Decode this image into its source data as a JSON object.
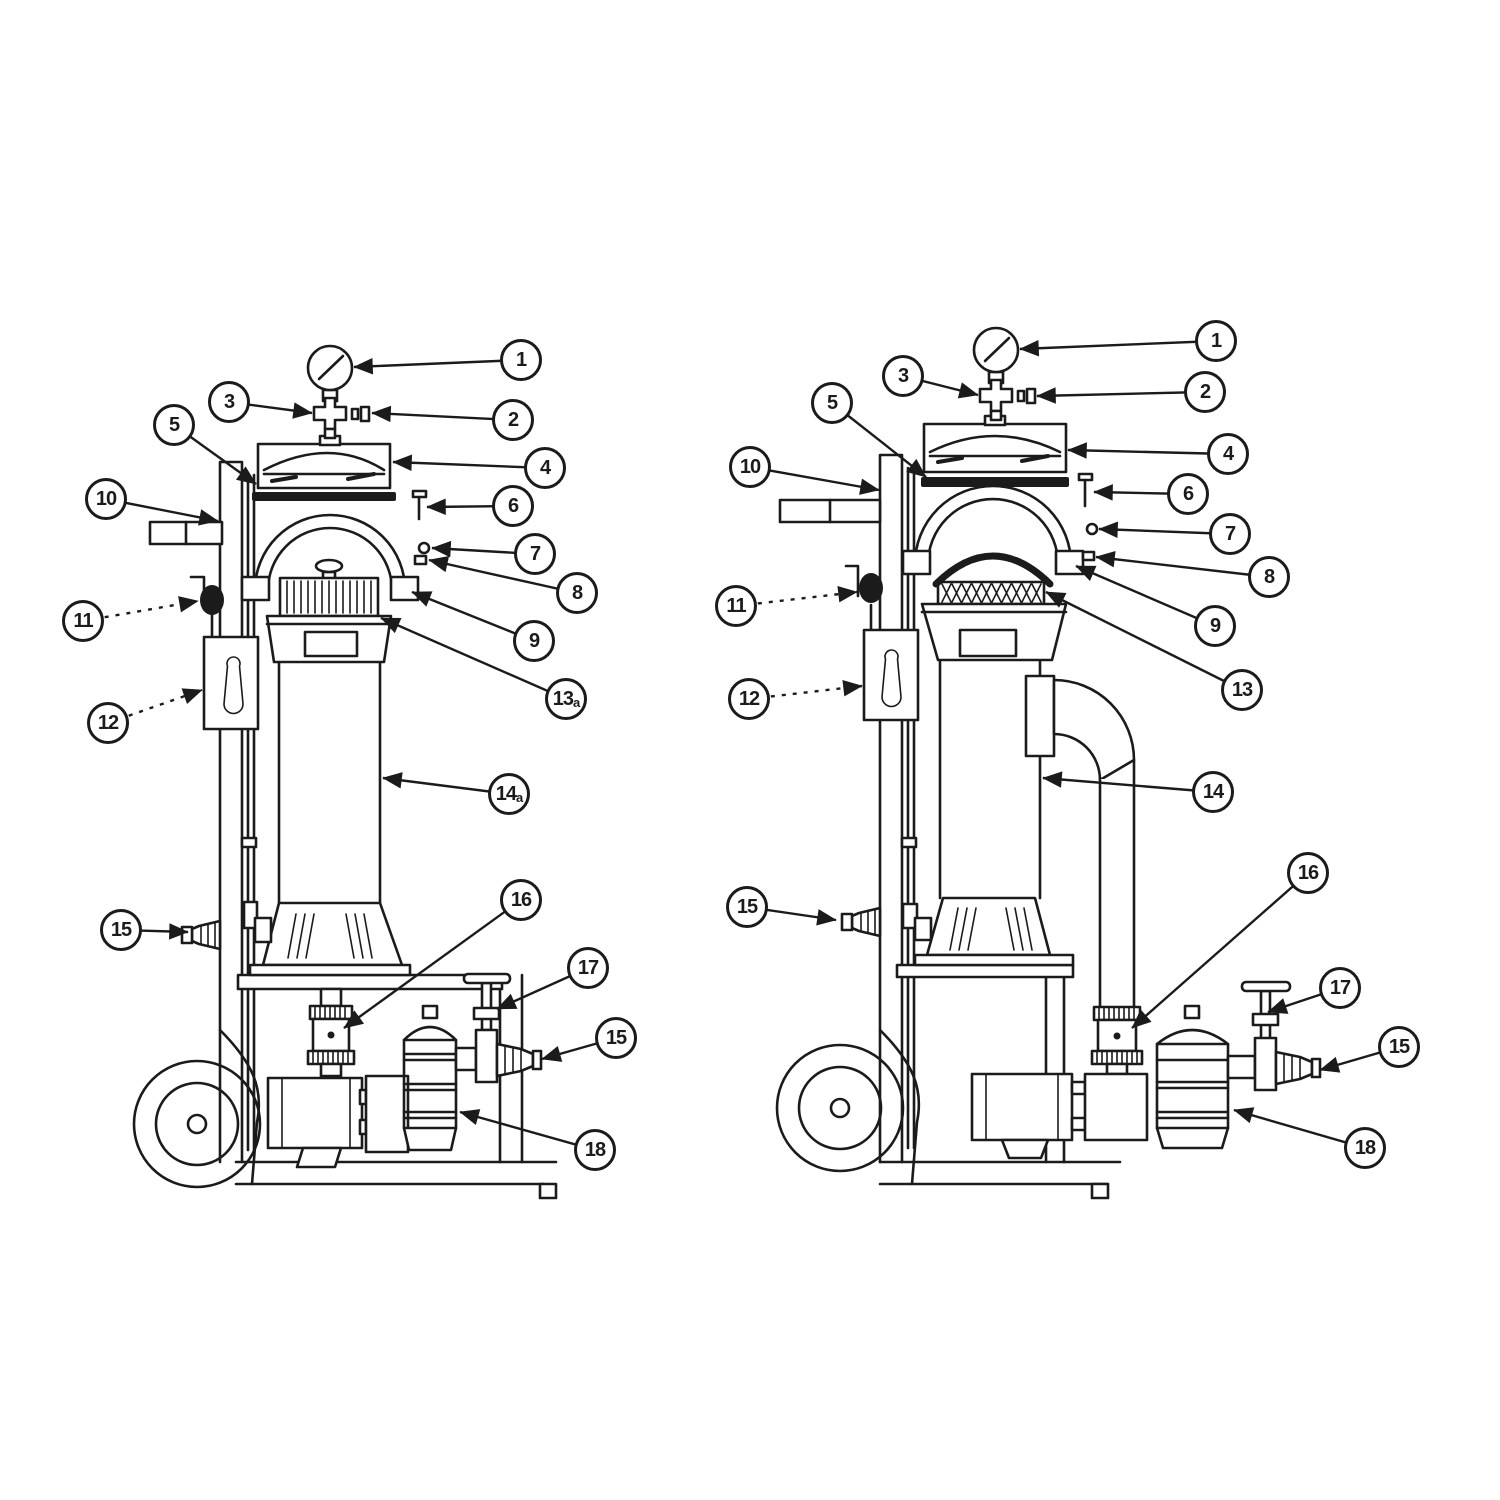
{
  "colors": {
    "ink": "#1b1b1b",
    "paper": "#ffffff"
  },
  "figure": {
    "left_diagram": {
      "callouts": [
        {
          "id": "1",
          "label": "1",
          "suffix": ""
        },
        {
          "id": "2",
          "label": "2",
          "suffix": ""
        },
        {
          "id": "3",
          "label": "3",
          "suffix": ""
        },
        {
          "id": "4",
          "label": "4",
          "suffix": ""
        },
        {
          "id": "5",
          "label": "5",
          "suffix": ""
        },
        {
          "id": "6",
          "label": "6",
          "suffix": ""
        },
        {
          "id": "7",
          "label": "7",
          "suffix": ""
        },
        {
          "id": "8",
          "label": "8",
          "suffix": ""
        },
        {
          "id": "9",
          "label": "9",
          "suffix": ""
        },
        {
          "id": "10",
          "label": "10",
          "suffix": ""
        },
        {
          "id": "11",
          "label": "11",
          "suffix": ""
        },
        {
          "id": "12",
          "label": "12",
          "suffix": ""
        },
        {
          "id": "13a",
          "label": "13",
          "suffix": "a"
        },
        {
          "id": "14a",
          "label": "14",
          "suffix": "a"
        },
        {
          "id": "15",
          "label": "15",
          "suffix": ""
        },
        {
          "id": "16",
          "label": "16",
          "suffix": ""
        },
        {
          "id": "17",
          "label": "17",
          "suffix": ""
        },
        {
          "id": "15b",
          "label": "15",
          "suffix": ""
        },
        {
          "id": "18",
          "label": "18",
          "suffix": ""
        }
      ]
    },
    "right_diagram": {
      "callouts": [
        {
          "id": "1",
          "label": "1",
          "suffix": ""
        },
        {
          "id": "2",
          "label": "2",
          "suffix": ""
        },
        {
          "id": "3",
          "label": "3",
          "suffix": ""
        },
        {
          "id": "4",
          "label": "4",
          "suffix": ""
        },
        {
          "id": "5",
          "label": "5",
          "suffix": ""
        },
        {
          "id": "6",
          "label": "6",
          "suffix": ""
        },
        {
          "id": "7",
          "label": "7",
          "suffix": ""
        },
        {
          "id": "8",
          "label": "8",
          "suffix": ""
        },
        {
          "id": "9",
          "label": "9",
          "suffix": ""
        },
        {
          "id": "10",
          "label": "10",
          "suffix": ""
        },
        {
          "id": "11",
          "label": "11",
          "suffix": ""
        },
        {
          "id": "12",
          "label": "12",
          "suffix": ""
        },
        {
          "id": "13",
          "label": "13",
          "suffix": ""
        },
        {
          "id": "14",
          "label": "14",
          "suffix": ""
        },
        {
          "id": "15",
          "label": "15",
          "suffix": ""
        },
        {
          "id": "16",
          "label": "16",
          "suffix": ""
        },
        {
          "id": "17",
          "label": "17",
          "suffix": ""
        },
        {
          "id": "15b",
          "label": "15",
          "suffix": ""
        },
        {
          "id": "18",
          "label": "18",
          "suffix": ""
        }
      ]
    }
  }
}
